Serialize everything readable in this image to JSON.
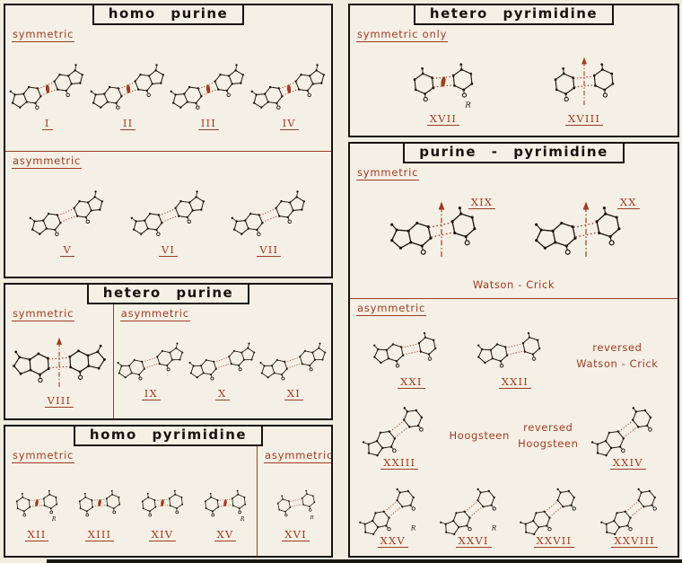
{
  "colors": {
    "accent": "#9e3b22",
    "ink": "#17120c",
    "paper": "#f4f0e5"
  },
  "panels": {
    "homo_purine": {
      "title": "homo purine",
      "sections": [
        {
          "label": "symmetric",
          "structures": [
            {
              "numeral": "I",
              "pair": "pu-pu",
              "symbol": "lens"
            },
            {
              "numeral": "II",
              "pair": "pu-pu",
              "symbol": "lens"
            },
            {
              "numeral": "III",
              "pair": "pu-pu",
              "symbol": "lens"
            },
            {
              "numeral": "IV",
              "pair": "pu-pu",
              "symbol": "lens"
            }
          ]
        },
        {
          "label": "asymmetric",
          "structures": [
            {
              "numeral": "V",
              "pair": "pu-pu",
              "symbol": "none"
            },
            {
              "numeral": "VI",
              "pair": "pu-pu",
              "symbol": "none"
            },
            {
              "numeral": "VII",
              "pair": "pu-pu",
              "symbol": "none"
            }
          ]
        }
      ]
    },
    "hetero_purine": {
      "title": "hetero purine",
      "left_section": {
        "label": "symmetric",
        "structures": [
          {
            "numeral": "VIII",
            "pair": "pu-pu",
            "symbol": "arrow"
          }
        ]
      },
      "right_section": {
        "label": "asymmetric",
        "structures": [
          {
            "numeral": "IX",
            "pair": "pu-pu",
            "symbol": "none"
          },
          {
            "numeral": "X",
            "pair": "pu-pu",
            "symbol": "none"
          },
          {
            "numeral": "XI",
            "pair": "pu-pu",
            "symbol": "none"
          }
        ]
      }
    },
    "homo_pyrimidine": {
      "title": "homo pyrimidine",
      "left_section": {
        "label": "symmetric",
        "structures": [
          {
            "numeral": "XII",
            "pair": "py-py",
            "symbol": "lens",
            "r_label": "R"
          },
          {
            "numeral": "XIII",
            "pair": "py-py",
            "symbol": "lens"
          },
          {
            "numeral": "XIV",
            "pair": "py-py",
            "symbol": "lens"
          },
          {
            "numeral": "XV",
            "pair": "py-py",
            "symbol": "lens",
            "r_label": "R"
          }
        ]
      },
      "right_section": {
        "label": "asymmetric",
        "structures": [
          {
            "numeral": "XVI",
            "pair": "py-py",
            "symbol": "none",
            "r_label": "R"
          }
        ]
      }
    },
    "hetero_pyrimidine": {
      "title": "hetero pyrimidine",
      "sections": [
        {
          "label": "symmetric only",
          "structures": [
            {
              "numeral": "XVII",
              "pair": "py-py",
              "symbol": "lens",
              "r_label": "R"
            },
            {
              "numeral": "XVIII",
              "pair": "py-py",
              "symbol": "arrow"
            }
          ]
        }
      ]
    },
    "purine_pyrimidine": {
      "title": "purine - pyrimidine",
      "symmetric": {
        "label": "symmetric",
        "caption": "Watson - Crick",
        "structures": [
          {
            "numeral": "XIX",
            "pair": "pu-py",
            "symbol": "arrow"
          },
          {
            "numeral": "XX",
            "pair": "pu-py",
            "symbol": "arrow"
          }
        ]
      },
      "asymmetric": {
        "label": "asymmetric",
        "rows": [
          {
            "cells": [
              {
                "type": "structure",
                "numeral": "XXI",
                "pair": "pu-py",
                "symbol": "none"
              },
              {
                "type": "structure",
                "numeral": "XXII",
                "pair": "pu-py",
                "symbol": "none"
              },
              {
                "type": "caption",
                "lines": [
                  "reversed",
                  "Watson - Crick"
                ]
              }
            ]
          },
          {
            "cells": [
              {
                "type": "structure",
                "numeral": "XXIII",
                "pair": "pu-py",
                "symbol": "none"
              },
              {
                "type": "caption",
                "lines": [
                  "Hoogsteen"
                ]
              },
              {
                "type": "caption",
                "lines": [
                  "reversed",
                  "Hoogsteen"
                ]
              },
              {
                "type": "structure",
                "numeral": "XXIV",
                "pair": "pu-py",
                "symbol": "none"
              }
            ]
          },
          {
            "cells": [
              {
                "type": "structure",
                "numeral": "XXV",
                "pair": "pu-py",
                "symbol": "none",
                "r_label": "R"
              },
              {
                "type": "structure",
                "numeral": "XXVI",
                "pair": "pu-py",
                "symbol": "none",
                "r_label": "R"
              },
              {
                "type": "structure",
                "numeral": "XXVII",
                "pair": "pu-py",
                "symbol": "none"
              },
              {
                "type": "structure",
                "numeral": "XXVIII",
                "pair": "pu-py",
                "symbol": "none"
              }
            ]
          }
        ]
      }
    }
  }
}
